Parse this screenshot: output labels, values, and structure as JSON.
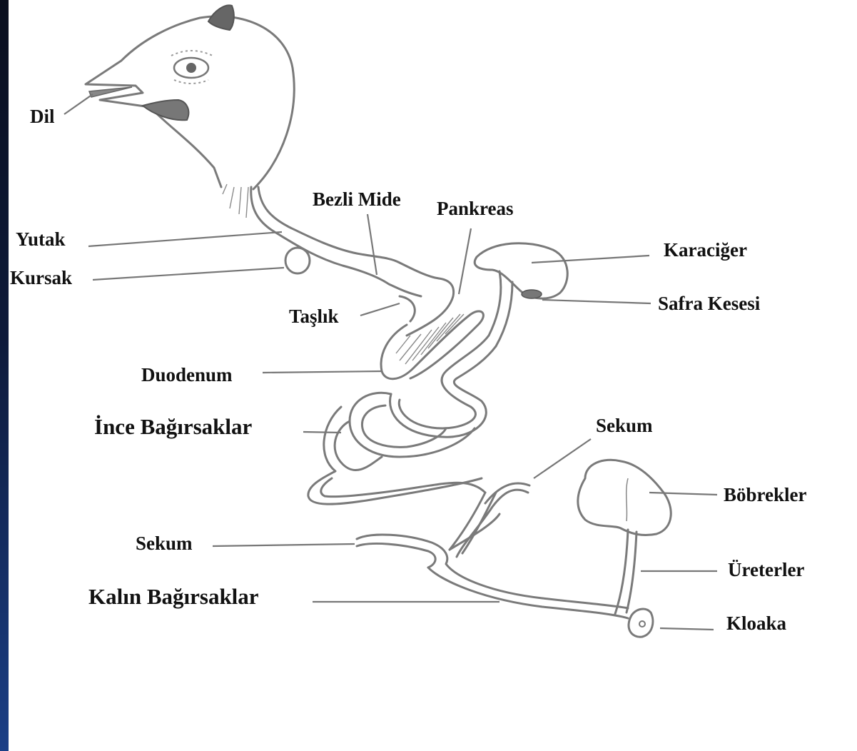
{
  "labels": {
    "dil": "Dil",
    "yutak": "Yutak",
    "kursak": "Kursak",
    "bezli_mide": "Bezli Mide",
    "pankreas": "Pankreas",
    "karaciger": "Karaciğer",
    "safra_kesesi": "Safra Kesesi",
    "taslik": "Taşlık",
    "duodenum": "Duodenum",
    "ince_bagirsaklar": "İnce Bağırsaklar",
    "sekum_right": "Sekum",
    "bobrekler": "Böbrekler",
    "sekum_left": "Sekum",
    "ureterler": "Üreterler",
    "kalin_bagirsaklar": "Kalın Bağırsaklar",
    "kloaka": "Kloaka"
  },
  "colors": {
    "left_bar": "#0e1a3a",
    "line": "#7a7a7a",
    "text": "#111111"
  }
}
